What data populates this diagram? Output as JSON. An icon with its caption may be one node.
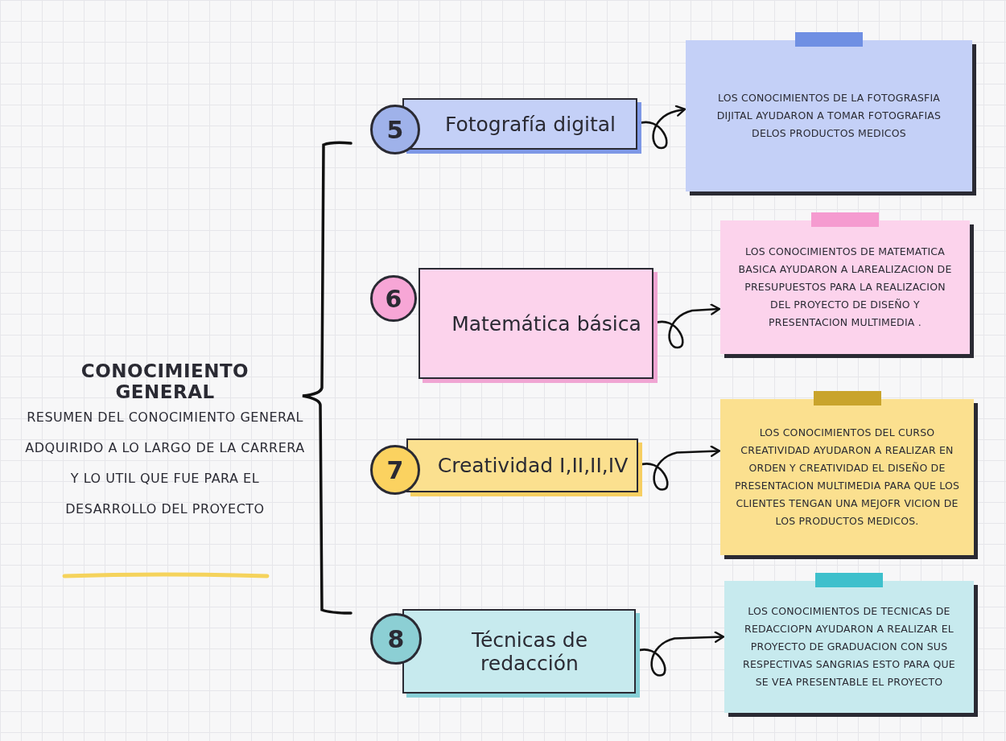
{
  "diagram": {
    "title": "CONOCIMIENTO GENERAL",
    "nodes": [
      {
        "text": [
          "5"
        ]
      },
      {
        "text": [
          "Fotografía digital"
        ]
      },
      {
        "text": [
          "LOS CONOCIMIENTOS DE LA FOTOGRASFIA DIJITAL AYUDARON A TOMAR FOTOGRAFIAS DELOS PRODUCTOS MEDICOS"
        ]
      },
      {
        "text": [
          "6"
        ]
      },
      {
        "text": [
          "Matemática básica"
        ]
      },
      {
        "text": [
          "LOS CONOCIMIENTOS DE MATEMATICA BASICA AYUDARON A LAREALIZACION DE PRESUPUESTOS PARA LA REALIZACION DEL PROYECTO DE DISEÑO Y PRESENTACION MULTIMEDIA ."
        ]
      },
      {
        "text": [
          "7"
        ]
      },
      {
        "text": [
          "Creatividad I,II,II,IV"
        ]
      },
      {
        "text": [
          "LOS CONOCIMIENTOS DEL CURSO CREATIVIDAD AYUDARON A REALIZAR EN ORDEN Y CREATIVIDAD EL DISEÑO DE PRESENTACION MULTIMEDIA PARA QUE LOS CLIENTES TENGAN UNA MEJOFR VICION DE LOS PRODUCTOS MEDICOS."
        ]
      },
      {
        "text": [
          "8"
        ]
      },
      {
        "text": [
          "Técnicas de redacción"
        ]
      },
      {
        "text": [
          "LOS CONOCIMIENTOS DE TECNICAS DE REDACCIOPN AYUDARON A REALIZAR EL PROYECTO DE GRADUACION CON SUS RESPECTIVAS SANGRIAS ESTO PARA QUE SE VEA PRESENTABLE EL PROYECTO"
        ]
      }
    ],
    "edges": [
      {
        "from": 1,
        "to": 2,
        "arrow": "to"
      },
      {
        "from": 4,
        "to": 5,
        "arrow": "to"
      },
      {
        "from": 7,
        "to": 8,
        "arrow": "to"
      },
      {
        "from": 10,
        "to": 11,
        "arrow": "to"
      }
    ],
    "labels": [
      "RESUMEN DEL CONOCIMIENTO GENERAL ADQUIRIDO A LO LARGO DE LA CARRERA Y LO UTIL QUE FUE PARA EL DESARROLLO DEL PROYECTO"
    ]
  }
}
